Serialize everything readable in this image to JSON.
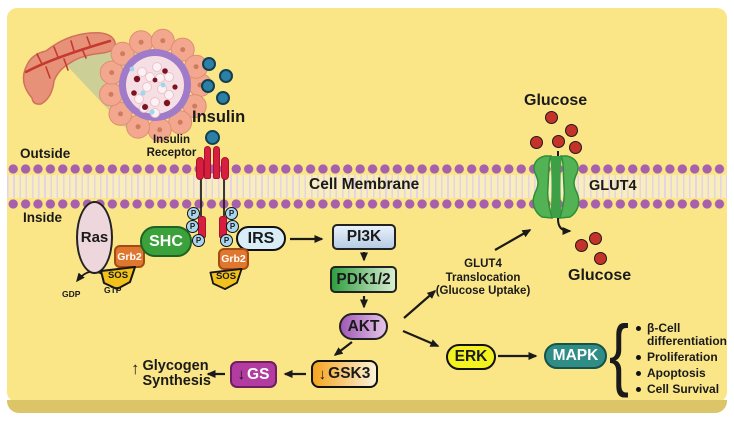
{
  "colors": {
    "canvas_yellow": "#FAE687",
    "membrane_purple": "#A760AC",
    "receptor_red": "#D81E3E",
    "insulin_teal": "#2C7FA6",
    "glucose_red": "#C53229",
    "glut4_green": "#52B254",
    "shc_green": "#3BA23B",
    "irs_blue": "#D8EDF8",
    "grb2_orange": "#E0772F",
    "sos_yellow": "#F2C11B",
    "ras_pink": "#EDD6DC",
    "pi3k_blue": "#B6CCE5",
    "pdk_green": "#2F9F3F",
    "akt_purple": "#A158B6",
    "gsk3_orange": "#F6A41F",
    "gs_magenta": "#B23CA0",
    "erk_yellow": "#F3F11F",
    "mapk_teal": "#2F8D85"
  },
  "membrane": {
    "outside_label": "Outside",
    "inside_label": "Inside",
    "label": "Cell Membrane"
  },
  "insulin": {
    "label": "Insulin",
    "receptor_label_line1": "Insulin",
    "receptor_label_line2": "Receptor"
  },
  "proteins": {
    "ras": "Ras",
    "grb2": "Grb2",
    "sos": "SOS",
    "shc": "SHC",
    "irs": "IRS",
    "phospho": "P",
    "pi3k": "PI3K",
    "pdk12": "PDK1/2",
    "akt": "AKT",
    "gsk3": "GSK3",
    "gs": "GS",
    "erk": "ERK",
    "mapk": "MAPK"
  },
  "nucleotides": {
    "gdp": "GDP",
    "gtp": "GTP"
  },
  "glucose": {
    "top_label": "Glucose",
    "bottom_label": "Glucose",
    "transporter_label": "GLUT4"
  },
  "annotations": {
    "up_arrow": "↑",
    "down_arrow": "↓",
    "glycogen_line1": "Glycogen",
    "glycogen_line2": "Synthesis",
    "translocation_line1": "GLUT4",
    "translocation_line2": "Translocation",
    "translocation_line3": "(Glucose Uptake)",
    "brace": "{",
    "outcomes": [
      "β-Cell differentiation",
      "Proliferation",
      "Apoptosis",
      "Cell Survival"
    ]
  }
}
